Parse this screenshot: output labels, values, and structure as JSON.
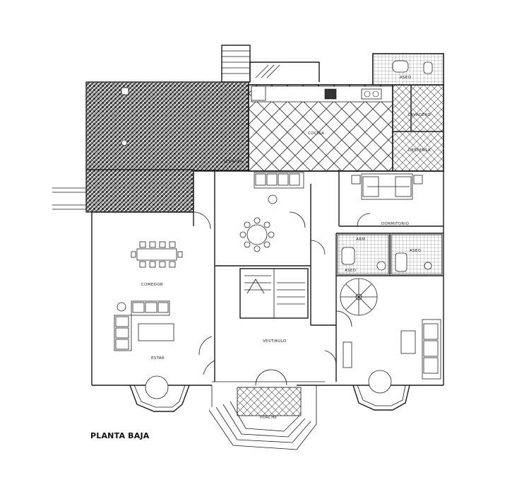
{
  "plan": {
    "title": "PLANTA BAJA",
    "rooms": {
      "terraza": "TERRAZA",
      "cocina": "COCINA",
      "lavadero": "LAVADERO",
      "despensa": "DESPENSA",
      "aseo_top": "ASEO",
      "dormitorio": "DORMITORIO",
      "arm": "ARM",
      "aseo_left": "ASEO",
      "aseo_right": "ASEO",
      "comedor": "COMEDOR",
      "estar": "ESTAR",
      "vestibulo": "VESTIBULO",
      "porche": "PORCHE"
    }
  }
}
